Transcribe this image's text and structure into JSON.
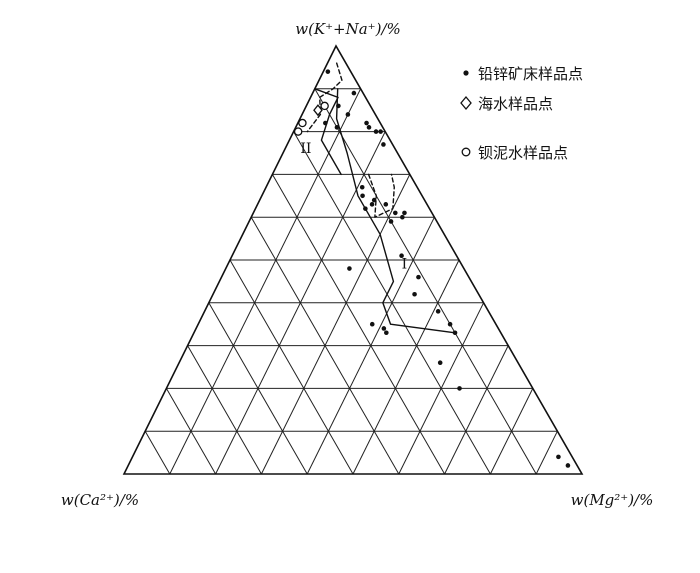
{
  "chart_data": {
    "type": "scatter",
    "subtype": "ternary",
    "axes": {
      "top": "w(K⁺+Na⁺)/%",
      "left": "w(Ca²⁺)/%",
      "right": "w(Mg²⁺)/%"
    },
    "grid": {
      "divisions": 10,
      "lines": "on"
    },
    "legend": {
      "placement": "top-right",
      "entries": [
        {
          "name": "铅锌矿床样品点",
          "marker": "filled-dot"
        },
        {
          "name": "海水样品点",
          "marker": "open-diamond"
        },
        {
          "name": "钡泥水样品点",
          "marker": "open-circle"
        }
      ]
    },
    "region_labels": [
      {
        "text": "II",
        "kna": 0.75,
        "ca": 0.2,
        "mg": 0.05
      },
      {
        "text": "I",
        "kna": 0.48,
        "ca": 0.13,
        "mg": 0.39
      }
    ],
    "series": [
      {
        "name": "铅锌矿床样品点",
        "marker": "filled-dot",
        "points": [
          {
            "kna": 0.94,
            "ca": 0.05,
            "mg": 0.01
          },
          {
            "kna": 0.89,
            "ca": 0.02,
            "mg": 0.09
          },
          {
            "kna": 0.86,
            "ca": 0.07,
            "mg": 0.07
          },
          {
            "kna": 0.86,
            "ca": 0.1,
            "mg": 0.04
          },
          {
            "kna": 0.84,
            "ca": 0.06,
            "mg": 0.1
          },
          {
            "kna": 0.82,
            "ca": 0.12,
            "mg": 0.06
          },
          {
            "kna": 0.82,
            "ca": 0.03,
            "mg": 0.15
          },
          {
            "kna": 0.81,
            "ca": 0.1,
            "mg": 0.09
          },
          {
            "kna": 0.81,
            "ca": 0.03,
            "mg": 0.16
          },
          {
            "kna": 0.8,
            "ca": 0.02,
            "mg": 0.18
          },
          {
            "kna": 0.8,
            "ca": 0.01,
            "mg": 0.19
          },
          {
            "kna": 0.77,
            "ca": 0.02,
            "mg": 0.21
          },
          {
            "kna": 0.67,
            "ca": 0.12,
            "mg": 0.21
          },
          {
            "kna": 0.65,
            "ca": 0.13,
            "mg": 0.22
          },
          {
            "kna": 0.64,
            "ca": 0.11,
            "mg": 0.25
          },
          {
            "kna": 0.63,
            "ca": 0.12,
            "mg": 0.25
          },
          {
            "kna": 0.63,
            "ca": 0.09,
            "mg": 0.28
          },
          {
            "kna": 0.62,
            "ca": 0.14,
            "mg": 0.24
          },
          {
            "kna": 0.61,
            "ca": 0.08,
            "mg": 0.31
          },
          {
            "kna": 0.61,
            "ca": 0.06,
            "mg": 0.33
          },
          {
            "kna": 0.6,
            "ca": 0.07,
            "mg": 0.33
          },
          {
            "kna": 0.59,
            "ca": 0.1,
            "mg": 0.31
          },
          {
            "kna": 0.51,
            "ca": 0.12,
            "mg": 0.37
          },
          {
            "kna": 0.48,
            "ca": 0.25,
            "mg": 0.27
          },
          {
            "kna": 0.46,
            "ca": 0.11,
            "mg": 0.43
          },
          {
            "kna": 0.42,
            "ca": 0.14,
            "mg": 0.44
          },
          {
            "kna": 0.38,
            "ca": 0.11,
            "mg": 0.51
          },
          {
            "kna": 0.35,
            "ca": 0.27,
            "mg": 0.38
          },
          {
            "kna": 0.35,
            "ca": 0.1,
            "mg": 0.55
          },
          {
            "kna": 0.34,
            "ca": 0.25,
            "mg": 0.41
          },
          {
            "kna": 0.33,
            "ca": 0.25,
            "mg": 0.42
          },
          {
            "kna": 0.33,
            "ca": 0.1,
            "mg": 0.57
          },
          {
            "kna": 0.26,
            "ca": 0.17,
            "mg": 0.57
          },
          {
            "kna": 0.2,
            "ca": 0.16,
            "mg": 0.64
          },
          {
            "kna": 0.04,
            "ca": 0.03,
            "mg": 0.93
          },
          {
            "kna": 0.02,
            "ca": 0.02,
            "mg": 0.96
          }
        ]
      },
      {
        "name": "海水样品点",
        "marker": "open-diamond",
        "points": [
          {
            "kna": 0.85,
            "ca": 0.12,
            "mg": 0.03
          }
        ]
      },
      {
        "name": "钡泥水样品点",
        "marker": "open-circle",
        "points": [
          {
            "kna": 0.86,
            "ca": 0.1,
            "mg": 0.04
          },
          {
            "kna": 0.82,
            "ca": 0.17,
            "mg": 0.01
          },
          {
            "kna": 0.8,
            "ca": 0.19,
            "mg": 0.01
          }
        ]
      }
    ],
    "boundaries": [
      {
        "label": "I",
        "style": "solid",
        "path": [
          {
            "kna": 0.9,
            "ca": 0.05,
            "mg": 0.05
          },
          {
            "kna": 0.83,
            "ca": 0.09,
            "mg": 0.08
          },
          {
            "kna": 0.75,
            "ca": 0.11,
            "mg": 0.14
          },
          {
            "kna": 0.65,
            "ca": 0.14,
            "mg": 0.21
          },
          {
            "kna": 0.56,
            "ca": 0.14,
            "mg": 0.3
          },
          {
            "kna": 0.45,
            "ca": 0.17,
            "mg": 0.38
          },
          {
            "kna": 0.4,
            "ca": 0.22,
            "mg": 0.38
          },
          {
            "kna": 0.35,
            "ca": 0.23,
            "mg": 0.42
          },
          {
            "kna": 0.33,
            "ca": 0.1,
            "mg": 0.57
          }
        ]
      },
      {
        "label": "II",
        "style": "solid",
        "path": [
          {
            "kna": 0.9,
            "ca": 0.1,
            "mg": 0.0
          },
          {
            "kna": 0.88,
            "ca": 0.06,
            "mg": 0.06
          },
          {
            "kna": 0.84,
            "ca": 0.1,
            "mg": 0.06
          },
          {
            "kna": 0.78,
            "ca": 0.15,
            "mg": 0.07
          },
          {
            "kna": 0.7,
            "ca": 0.15,
            "mg": 0.15
          }
        ]
      },
      {
        "label": "",
        "style": "dashed",
        "path": [
          {
            "kna": 0.96,
            "ca": 0.02,
            "mg": 0.02
          },
          {
            "kna": 0.92,
            "ca": 0.03,
            "mg": 0.05
          },
          {
            "kna": 0.9,
            "ca": 0.06,
            "mg": 0.04
          },
          {
            "kna": 0.88,
            "ca": 0.1,
            "mg": 0.02
          },
          {
            "kna": 0.84,
            "ca": 0.12,
            "mg": 0.04
          },
          {
            "kna": 0.8,
            "ca": 0.17,
            "mg": 0.03
          }
        ]
      },
      {
        "label": "",
        "style": "dashed",
        "path": [
          {
            "kna": 0.7,
            "ca": 0.09,
            "mg": 0.21
          },
          {
            "kna": 0.65,
            "ca": 0.1,
            "mg": 0.25
          },
          {
            "kna": 0.6,
            "ca": 0.13,
            "mg": 0.27
          },
          {
            "kna": 0.62,
            "ca": 0.08,
            "mg": 0.3
          },
          {
            "kna": 0.67,
            "ca": 0.05,
            "mg": 0.28
          },
          {
            "kna": 0.7,
            "ca": 0.04,
            "mg": 0.26
          }
        ]
      }
    ]
  }
}
